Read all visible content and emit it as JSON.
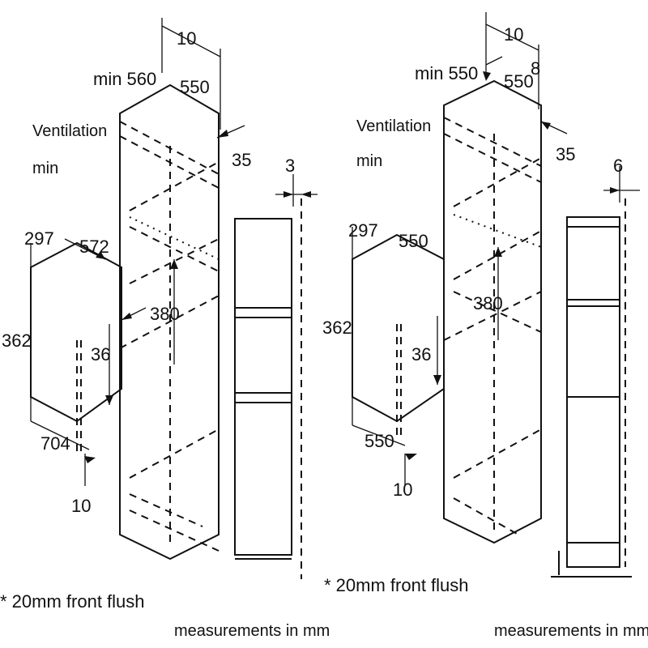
{
  "left": {
    "dims": {
      "top_depth": "10",
      "min_height": "min 560",
      "top_width": "550",
      "ventilation_gap": "35",
      "ventilation_label_1": "Ventilation",
      "ventilation_label_2": "min",
      "side_gap": "3",
      "niche_depth": "297",
      "niche_width": "572",
      "niche_height": "380",
      "body_height": "362",
      "inner_depth": "36",
      "bottom_width": "704",
      "bottom_gap": "10"
    },
    "footnote": "* 20mm front flush",
    "units_note": "measurements in mm"
  },
  "right": {
    "dims": {
      "top_depth": "10",
      "min_height": "min 550",
      "top_width": "550",
      "top_offset": "8",
      "ventilation_gap": "35",
      "ventilation_label_1": "Ventilation",
      "ventilation_label_2": "min",
      "side_gap": "6",
      "niche_depth": "297",
      "niche_width": "550",
      "niche_height": "380",
      "body_height": "362",
      "inner_depth": "36",
      "bottom_width": "550",
      "bottom_gap": "10"
    },
    "footnote": "* 20mm front flush",
    "units_note": "measurements in mm"
  }
}
